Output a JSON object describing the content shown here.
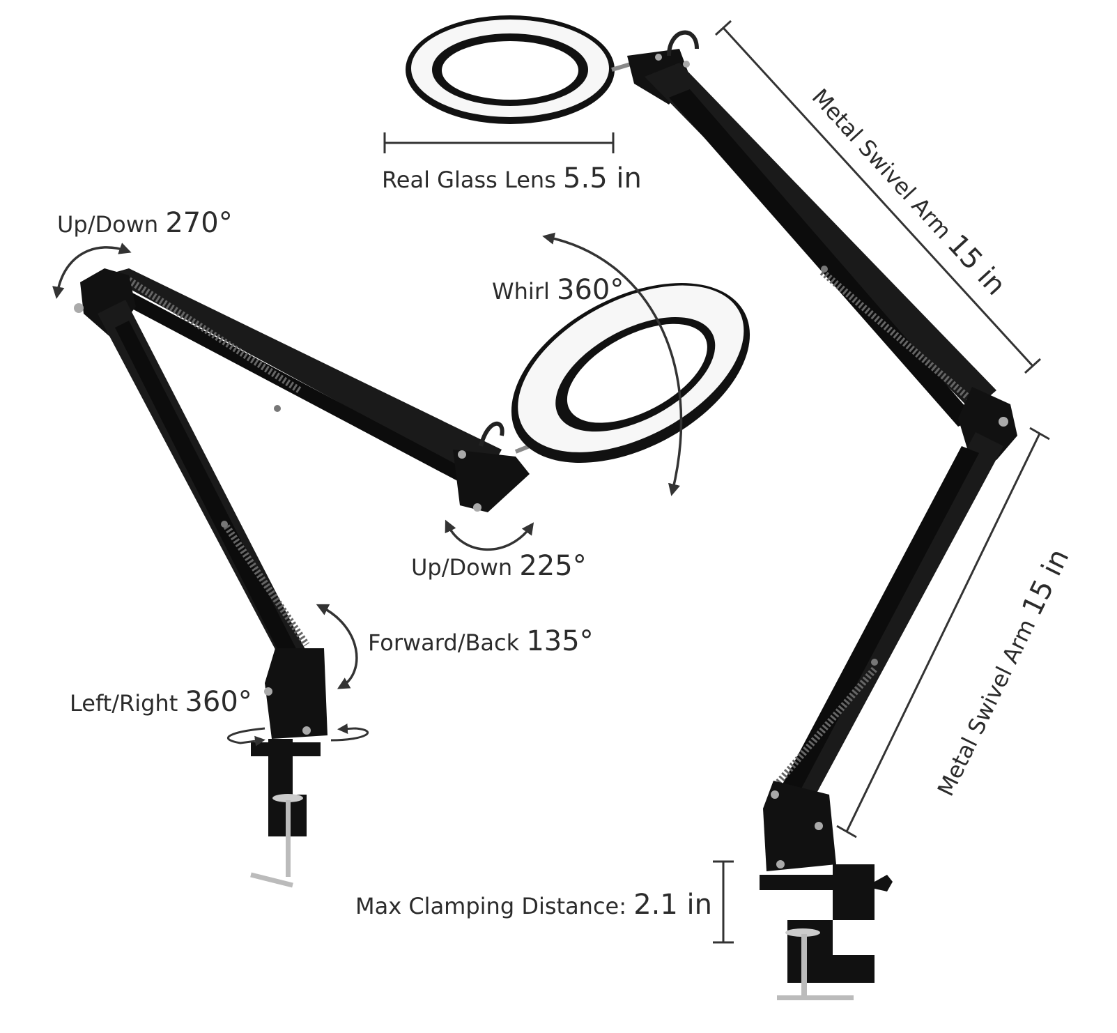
{
  "colors": {
    "metal": "#111111",
    "arm": "#1a1a1a",
    "ring_light": "#f7f7f7",
    "text": "#2b2b2b",
    "line": "#333333"
  },
  "labels": {
    "lens": {
      "name": "Real Glass Lens",
      "value": "5.5 in"
    },
    "arm_top": {
      "name": "Metal Swivel Arm",
      "value": "15 in"
    },
    "arm_bottom": {
      "name": "Metal Swivel Arm",
      "value": "15 in"
    },
    "whirl": {
      "name": "Whirl",
      "value": "360°"
    },
    "updown_top": {
      "name": "Up/Down",
      "value": "270°"
    },
    "updown_head": {
      "name": "Up/Down",
      "value": "225°"
    },
    "forward_back": {
      "name": "Forward/Back",
      "value": "135°"
    },
    "left_right": {
      "name": "Left/Right",
      "value": "360°"
    },
    "clamp": {
      "name": "Max Clamping Distance:",
      "value": "2.1 in"
    }
  }
}
